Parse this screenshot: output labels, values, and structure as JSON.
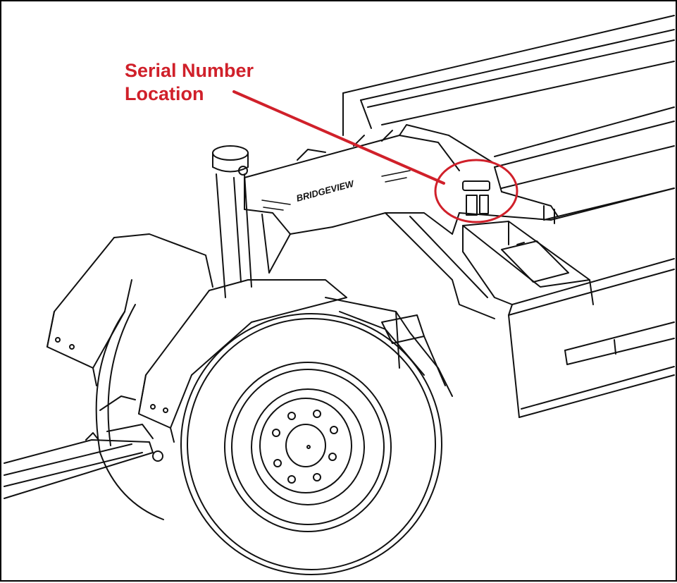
{
  "callout": {
    "line1": "Serial Number",
    "line2": "Location",
    "color": "#d0202a"
  },
  "brand_text": "BRIDGEVIEW",
  "colors": {
    "linework": "#111111",
    "background": "#ffffff"
  }
}
